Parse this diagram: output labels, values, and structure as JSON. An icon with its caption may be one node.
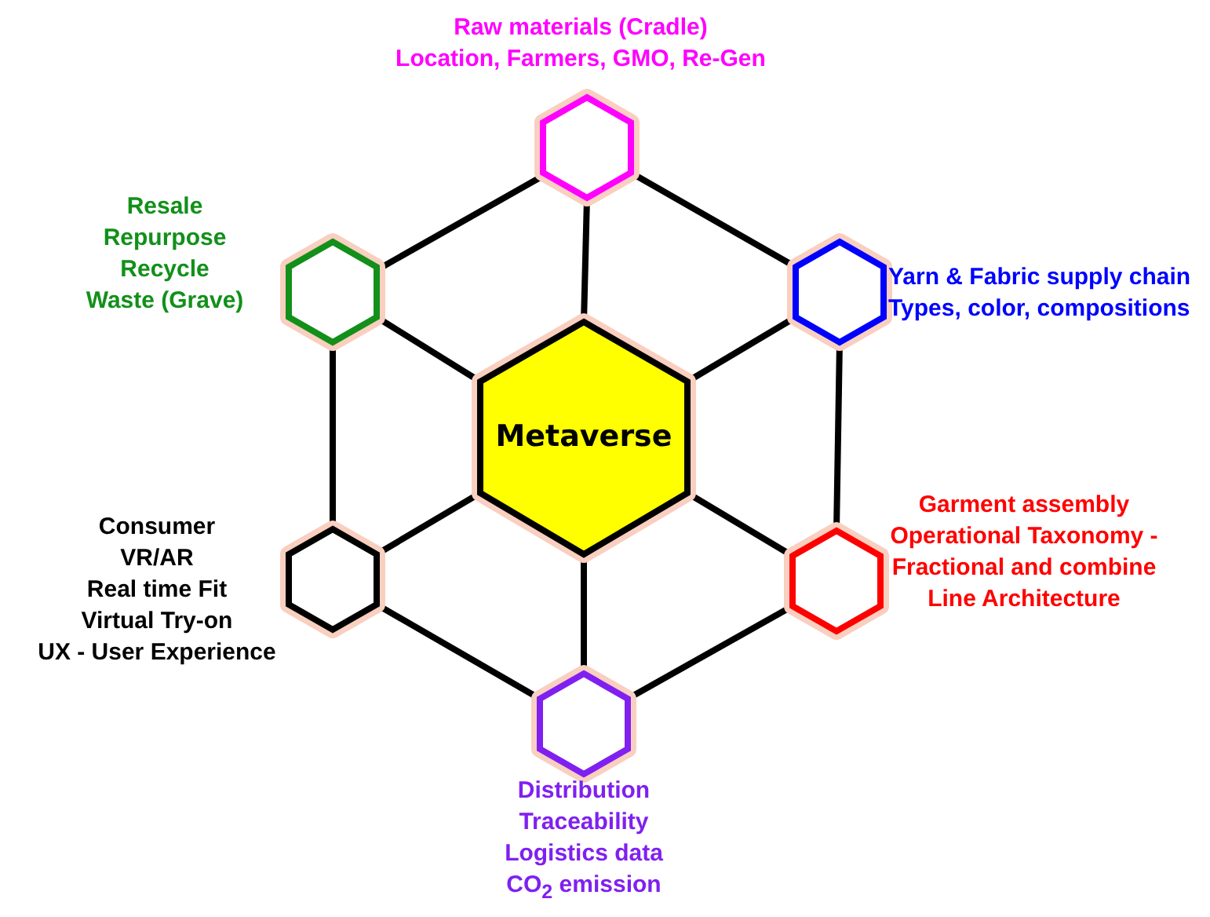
{
  "diagram": {
    "nodes": [
      {
        "text": [],
        "shape": "hexagon",
        "beside": [
          "Raw materials (Cradle)",
          "Location, Farmers, GMO, Re-Gen"
        ]
      },
      {
        "text": [],
        "shape": "hexagon",
        "beside": [
          "Resale",
          "Repurpose",
          "Recycle",
          "Waste (Grave)"
        ]
      },
      {
        "text": [],
        "shape": "hexagon",
        "beside": [
          "Yarn & Fabric supply chain",
          "Types, color, compositions"
        ]
      },
      {
        "text": [
          "Metaverse"
        ]
      },
      {
        "text": [],
        "shape": "hexagon",
        "beside": [
          "Garment assembly",
          "Operational Taxonomy - Fractional and combine",
          "Line Architecture"
        ]
      },
      {
        "text": [],
        "shape": "hexagon",
        "beside": [
          "Consumer",
          "VR/AR",
          "Real time Fit",
          "Virtual Try-on",
          "UX - User Experience"
        ]
      },
      {
        "text": [],
        "shape": "hexagon",
        "beside": [
          "Distribution",
          "Traceability",
          "Logistics data",
          "CO$_{2}$ emission"
        ]
      }
    ],
    "edges": [
      {
        "from": 1,
        "to": 0,
        "arrow": "none"
      },
      {
        "from": 0,
        "to": 2,
        "arrow": "none"
      },
      {
        "from": 3,
        "to": 0,
        "arrow": "none"
      },
      {
        "from": 3,
        "to": 1,
        "arrow": "none"
      },
      {
        "from": 3,
        "to": 2,
        "arrow": "none"
      },
      {
        "from": 1,
        "to": 5,
        "arrow": "none"
      },
      {
        "from": 2,
        "to": 4,
        "arrow": "none"
      },
      {
        "from": 3,
        "to": 5,
        "arrow": "none"
      },
      {
        "from": 3,
        "to": 4,
        "arrow": "none"
      },
      {
        "from": 3,
        "to": 6,
        "arrow": "none"
      },
      {
        "from": 5,
        "to": 6,
        "arrow": "none"
      },
      {
        "from": 4,
        "to": 6,
        "arrow": "none"
      }
    ]
  }
}
